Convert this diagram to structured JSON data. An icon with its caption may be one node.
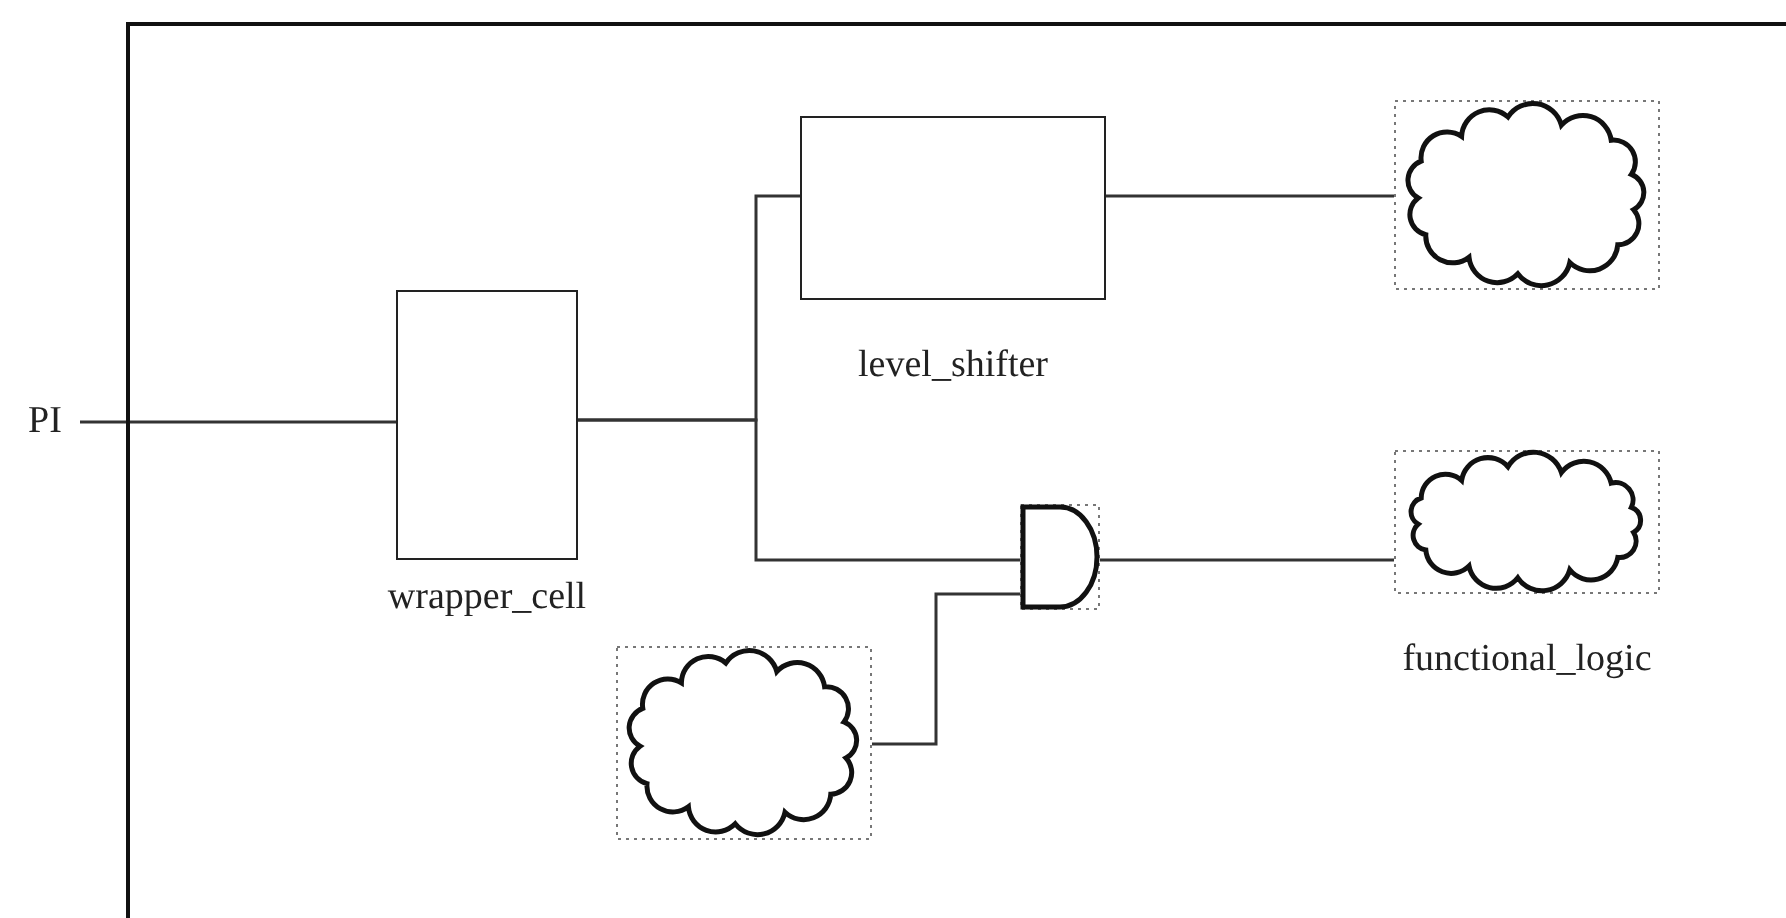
{
  "diagram": {
    "nodes": [
      {
        "text": [],
        "shape": "box"
      },
      {
        "text": [
          "PI"
        ]
      },
      {
        "text": [
          "wrapper_cell"
        ],
        "in": 0
      },
      {
        "text": [
          "level_shifter"
        ],
        "in": 0
      },
      {
        "text": [],
        "shape": "cloud",
        "in": 0
      },
      {
        "text": [],
        "shape": "gate",
        "in": 0
      },
      {
        "text": [],
        "shape": "cloud",
        "in": 0,
        "beside": [
          "functional_logic"
        ]
      },
      {
        "text": [],
        "shape": "cloud",
        "in": 0
      }
    ],
    "edges": [
      {
        "from": 1,
        "to": 2,
        "arrow": "none"
      },
      {
        "from": 2,
        "to": 3,
        "arrow": "none"
      },
      {
        "from": 2,
        "to": 5,
        "arrow": "none"
      },
      {
        "from": 3,
        "to": 4,
        "arrow": "none"
      },
      {
        "from": 5,
        "to": 6,
        "arrow": "none"
      },
      {
        "from": 7,
        "to": 5,
        "arrow": "none"
      }
    ]
  }
}
